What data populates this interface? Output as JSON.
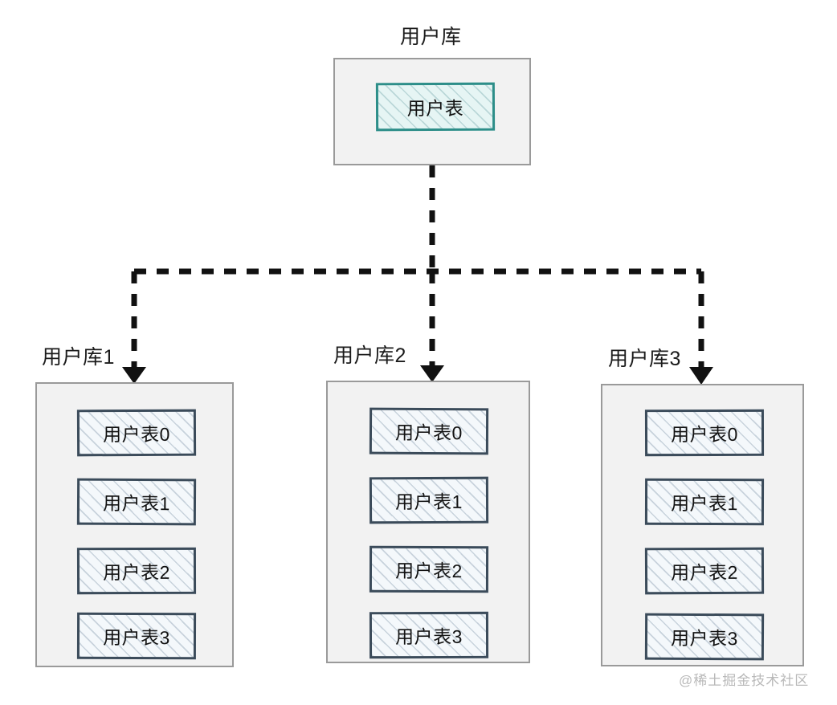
{
  "diagram": {
    "title": "用户库",
    "root": {
      "label": "用户库",
      "table": "用户表"
    },
    "shards": [
      {
        "label": "用户库1",
        "tables": [
          "用户表0",
          "用户表1",
          "用户表2",
          "用户表3"
        ]
      },
      {
        "label": "用户库2",
        "tables": [
          "用户表0",
          "用户表1",
          "用户表2",
          "用户表3"
        ]
      },
      {
        "label": "用户库3",
        "tables": [
          "用户表0",
          "用户表1",
          "用户表2",
          "用户表3"
        ]
      }
    ],
    "connectors": {
      "style": "dashed",
      "arrow": "down-arrowhead",
      "color": "#111111"
    },
    "colors": {
      "container_fill": "#f2f2f2",
      "container_border": "#9a9a9a",
      "shard_table_border": "#3b4b5a",
      "shard_table_fill": "#f4f8fb",
      "root_table_border": "#2d8e89",
      "root_table_fill": "#e6f5f4",
      "text": "#121212",
      "watermark": "#b9b9b9"
    }
  },
  "watermark": "@稀土掘金技术社区"
}
